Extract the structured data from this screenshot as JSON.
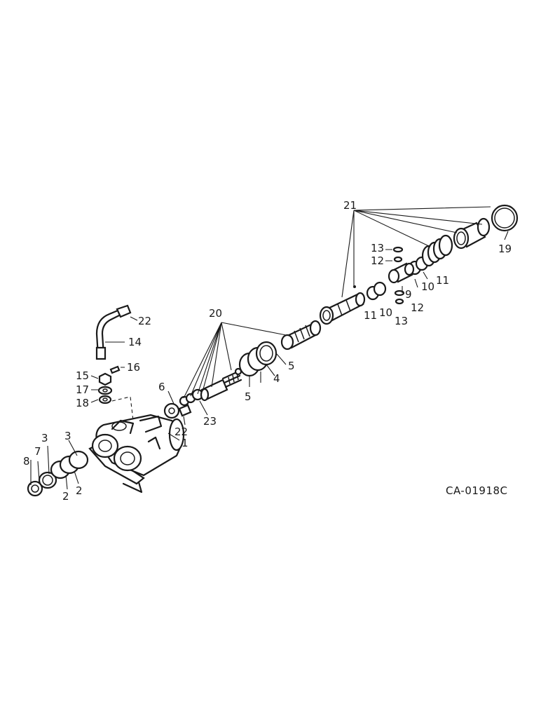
{
  "diagram": {
    "drawing_code": "CA-01918C",
    "callouts": {
      "c1": "1",
      "c2a": "2",
      "c2b": "2",
      "c3a": "3",
      "c3b": "3",
      "c4": "4",
      "c5a": "5",
      "c5b": "5",
      "c6": "6",
      "c7": "7",
      "c8": "8",
      "c9": "9",
      "c10a": "10",
      "c10b": "10",
      "c11a": "11",
      "c11b": "11",
      "c12a": "12",
      "c12b": "12",
      "c13a": "13",
      "c13b": "13",
      "c14": "14",
      "c15": "15",
      "c16": "16",
      "c17": "17",
      "c18": "18",
      "c19": "19",
      "c20": "20",
      "c21": "21",
      "c22a": "22",
      "c22b": "22",
      "c23": "23"
    }
  }
}
